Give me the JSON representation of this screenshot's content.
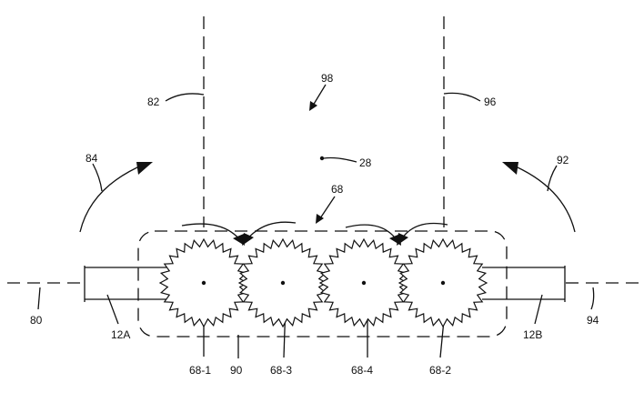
{
  "labels": {
    "l98": "98",
    "l82": "82",
    "l96": "96",
    "l84": "84",
    "l92": "92",
    "l28": "28",
    "l68": "68",
    "l80": "80",
    "l12a": "12A",
    "l12b": "12B",
    "l94": "94",
    "l681": "68-1",
    "l683": "68-3",
    "l684": "68-4",
    "l682": "68-2",
    "l90": "90"
  },
  "gears": [
    {
      "id": "68-1",
      "teeth": 28
    },
    {
      "id": "68-3",
      "teeth": 28
    },
    {
      "id": "68-4",
      "teeth": 28
    },
    {
      "id": "68-2",
      "teeth": 28
    }
  ],
  "colors": {
    "line": "#111111",
    "background": "#ffffff"
  }
}
